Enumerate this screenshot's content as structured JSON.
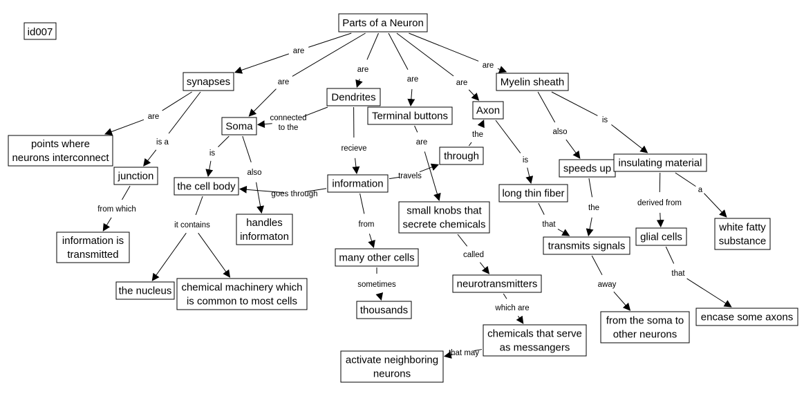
{
  "map_id": "id007",
  "root": "Parts of a Neuron",
  "concepts": {
    "root": "Parts of a Neuron",
    "synapses": "synapses",
    "soma": "Soma",
    "dendrites": "Dendrites",
    "terminal": "Terminal buttons",
    "axon": "Axon",
    "myelin": "Myelin sheath",
    "points": "points where|neurons interconnect",
    "junction": "junction",
    "infotrans": "information is|transmitted",
    "cellbody": "the cell body",
    "handles": "handles|informaton",
    "information": "information",
    "through": "through",
    "knobs": "small knobs that|secrete chemicals",
    "fiber": "long thin fiber",
    "speeds": "speeds up",
    "insulating": "insulating material",
    "nucleus": "the nucleus",
    "machinery": "chemical machinery which|is common to most cells",
    "manycells": "many other cells",
    "thousands": "thousands",
    "neurotrans": "neurotransmitters",
    "chemicals": "chemicals that serve|as messangers",
    "activate": "activate neighboring|neurons",
    "transmits": "transmits signals",
    "fromsoma": "from the soma to|other neurons",
    "glial": "glial cells",
    "encase": "encase some axons",
    "whitefatty": "white fatty|substance"
  },
  "links": [
    {
      "from": "root",
      "label": "are",
      "to": "synapses"
    },
    {
      "from": "root",
      "label": "are",
      "to": "soma"
    },
    {
      "from": "root",
      "label": "are",
      "to": "dendrites"
    },
    {
      "from": "root",
      "label": "are",
      "to": "terminal"
    },
    {
      "from": "root",
      "label": "are",
      "to": "axon"
    },
    {
      "from": "root",
      "label": "are",
      "to": "myelin"
    },
    {
      "from": "synapses",
      "label": "are",
      "to": "points"
    },
    {
      "from": "synapses",
      "label": "is a",
      "to": "junction"
    },
    {
      "from": "junction",
      "label": "from which",
      "to": "infotrans"
    },
    {
      "from": "dendrites",
      "label": "connected|to the",
      "to": "soma"
    },
    {
      "from": "soma",
      "label": "is",
      "to": "cellbody"
    },
    {
      "from": "soma",
      "label": "also",
      "to": "handles"
    },
    {
      "from": "cellbody",
      "label": "it contains",
      "to": [
        "nucleus",
        "machinery"
      ]
    },
    {
      "from": "dendrites",
      "label": "recieve",
      "to": "information"
    },
    {
      "from": "information",
      "label": "goes through",
      "to": "cellbody"
    },
    {
      "from": "information",
      "label": "travels",
      "to": "through"
    },
    {
      "from": "information",
      "label": "from",
      "to": "manycells"
    },
    {
      "from": "manycells",
      "label": "sometimes",
      "to": "thousands"
    },
    {
      "from": "through",
      "label": "the",
      "to": "axon"
    },
    {
      "from": "terminal",
      "label": "are",
      "to": "knobs"
    },
    {
      "from": "knobs",
      "label": "called",
      "to": "neurotrans"
    },
    {
      "from": "neurotrans",
      "label": "which are",
      "to": "chemicals"
    },
    {
      "from": "chemicals",
      "label": "that may",
      "to": "activate"
    },
    {
      "from": "axon",
      "label": "is",
      "to": "fiber"
    },
    {
      "from": "fiber",
      "label": "that",
      "to": "transmits"
    },
    {
      "from": "myelin",
      "label": "also",
      "to": "speeds"
    },
    {
      "from": "speeds",
      "label": "the",
      "to": "transmits"
    },
    {
      "from": "transmits",
      "label": "away",
      "to": "fromsoma"
    },
    {
      "from": "myelin",
      "label": "is",
      "to": "insulating"
    },
    {
      "from": "insulating",
      "label": "derived from",
      "to": "glial"
    },
    {
      "from": "insulating",
      "label": "a",
      "to": "whitefatty"
    },
    {
      "from": "glial",
      "label": "that",
      "to": "encase"
    }
  ]
}
